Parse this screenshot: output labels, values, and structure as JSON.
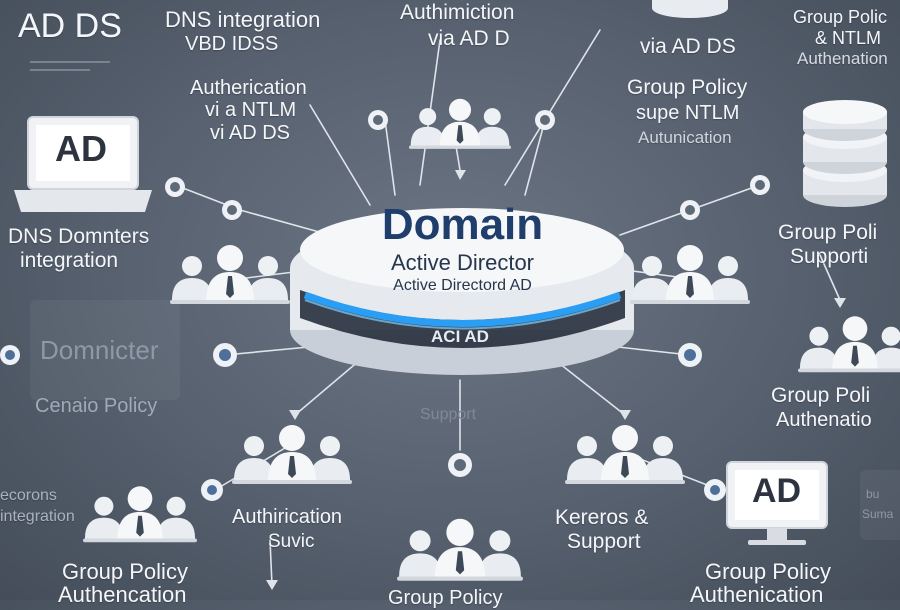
{
  "labels": {
    "ad_ds": "AD DS",
    "dns_integration_top": "DNS integration",
    "vbd_idss": "VBD IDSS",
    "authimication": "Authimiction",
    "via_ad_d": "via AD D",
    "via_ad_ds": "via AD DS",
    "gp_ntlm_auth_tr_1": "Group Polic",
    "gp_ntlm_auth_tr_2": "& NTLM",
    "gp_ntlm_auth_tr_3": "Authenation",
    "auth_ntlm_1": "Autherication",
    "auth_ntlm_2": "vi a NTLM",
    "auth_ntlm_3": "vi AD DS",
    "gp_supe_1": "Group Policy",
    "gp_supe_2": "supe NTLM",
    "gp_supe_3": "Autunication",
    "dns_domters_1": "DNS Domnters",
    "dns_domters_2": "integration",
    "gp_support_right_1": "Group Poli",
    "gp_support_right_2": "Supporti",
    "domnicter": "Domnicter",
    "cenaio_policy": "Cenaio Policy",
    "support_faint": "Support",
    "gp_auth_right_1": "Group Poli",
    "gp_auth_right_2": "Authenatio",
    "ecorons_1": "ecorons",
    "ecorons_2": "integration",
    "authirication_1": "Authirication",
    "authirication_2": "Suvic",
    "kereros_1": "Kereros &",
    "kereros_2": "Support",
    "gp_auth_bl_1": "Group Policy",
    "gp_auth_bl_2": "Authencation",
    "gp_auth_br_1": "Group Policy",
    "gp_auth_br_2": "Authenication",
    "group_policy_bottom": "Group Policy",
    "far_right_1": "bu",
    "far_right_2": "Suma"
  },
  "hub": {
    "title": "Domain",
    "subtitle": "Active Director",
    "subtitle2": "Active Directord AD",
    "band_text": "ACI AD"
  },
  "monitors": {
    "left": "AD",
    "right": "AD"
  },
  "colors": {
    "background": "#56606e",
    "hub_title": "#1f3e6b",
    "hub_glow": "#2a9df4",
    "label": "#f4f6f9",
    "line": "#d8dde4"
  }
}
